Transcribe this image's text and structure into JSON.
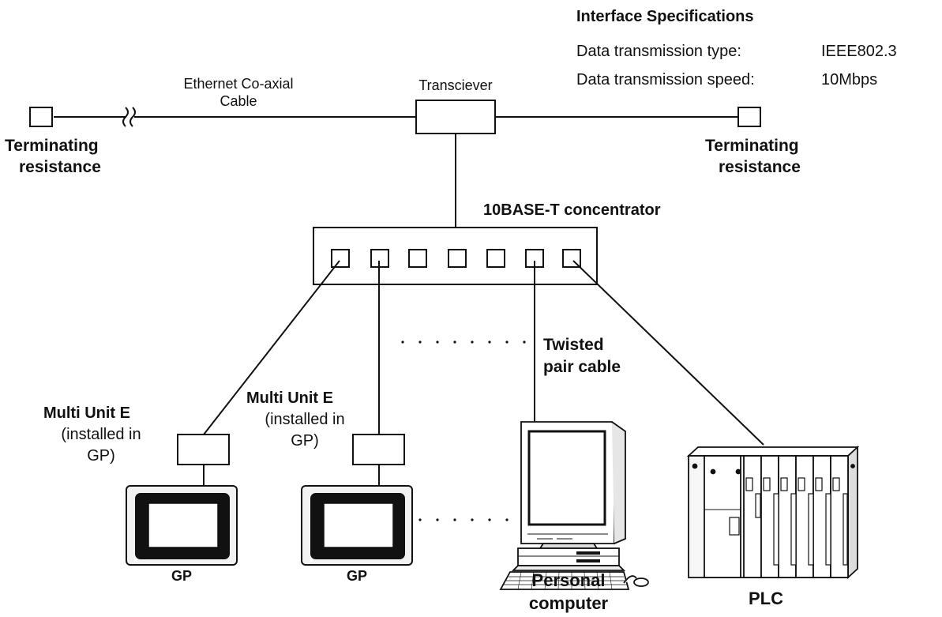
{
  "spec": {
    "title": "Interface Specifications",
    "rows": [
      {
        "label": "Data transmission type:",
        "value": "IEEE802.3"
      },
      {
        "label": "Data transmission speed:",
        "value": "10Mbps"
      }
    ]
  },
  "labels": {
    "coax_line1": "Ethernet Co-axial",
    "coax_line2": "Cable",
    "transceiver": "Transciever",
    "term_left_line1": "Terminating",
    "term_left_line2": "resistance",
    "term_right_line1": "Terminating",
    "term_right_line2": "resistance",
    "concentrator": "10BASE-T concentrator",
    "twisted_line1": "Twisted",
    "twisted_line2": "pair cable",
    "multi1_title": "Multi Unit E",
    "multi1_sub1": "(installed in",
    "multi1_sub2": "GP)",
    "multi2_title": "Multi Unit E",
    "multi2_sub1": "(installed in",
    "multi2_sub2": "GP)",
    "gp1": "GP",
    "gp2": "GP",
    "pc_line1": "Personal",
    "pc_line2": "computer",
    "plc": "PLC"
  },
  "icons": {
    "gp": "touch-panel-icon",
    "pc": "desktop-computer-icon",
    "plc": "plc-rack-icon"
  },
  "colors": {
    "line": "#111111",
    "screen": "#111111",
    "bezel": "#f2f2f2"
  }
}
